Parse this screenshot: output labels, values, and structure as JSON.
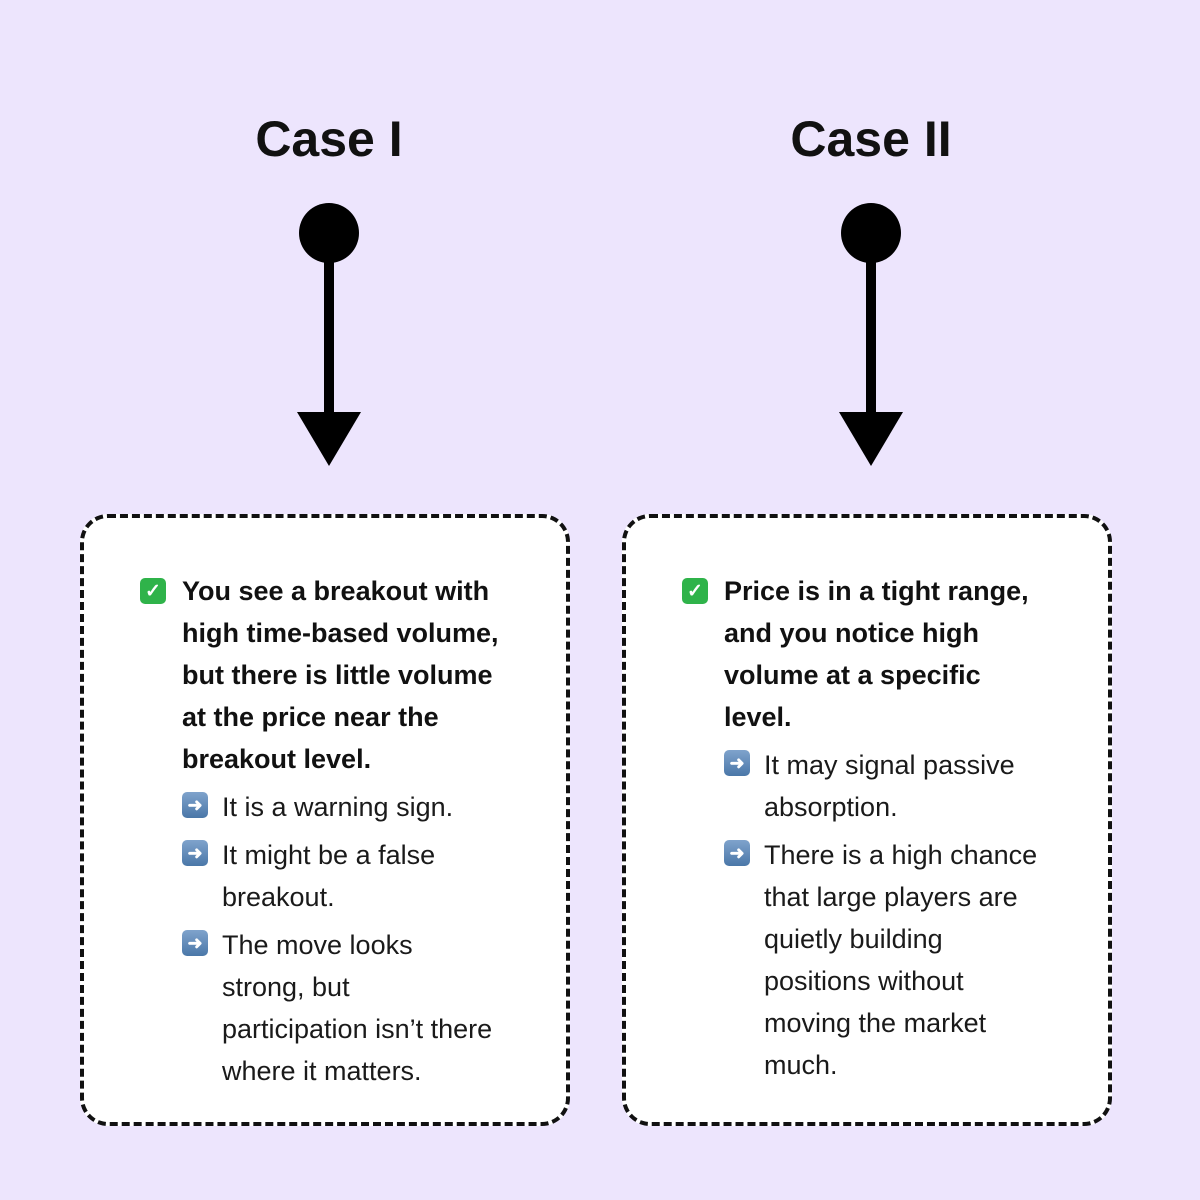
{
  "cases": [
    {
      "title": "Case I",
      "heading": [
        "You see a breakout with",
        "high time-based volume,",
        "but there is little volume",
        "at the price near the",
        "breakout level."
      ],
      "bullets": [
        [
          "It is a warning sign."
        ],
        [
          "It might be a false",
          "breakout."
        ],
        [
          "The move looks",
          "strong, but",
          "participation isn’t there",
          "where it matters."
        ]
      ]
    },
    {
      "title": "Case II",
      "heading": [
        "Price is in a tight range,",
        "and you notice high",
        "volume at a specific",
        "level."
      ],
      "bullets": [
        [
          "It may signal passive",
          "absorption."
        ],
        [
          "There is a high chance",
          "that large players are",
          "quietly building",
          "positions without",
          "moving the market",
          "much."
        ]
      ]
    }
  ],
  "icons": {
    "heading": "check-mark-button-icon",
    "bullet": "right-arrow-icon"
  },
  "colors": {
    "background": "#ede5fd",
    "check": "#2fb34a"
  }
}
